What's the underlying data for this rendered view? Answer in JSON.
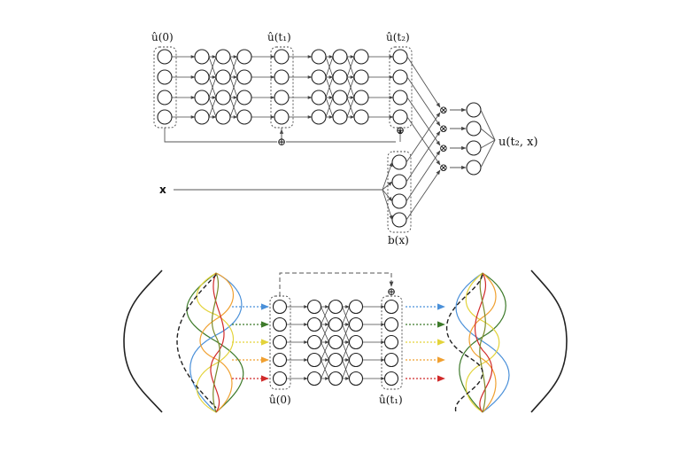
{
  "top": {
    "labels": {
      "u0": "û(0)",
      "ut1": "û(t₁)",
      "ut2": "û(t₂)",
      "x": "x",
      "bx": "b(x)",
      "output": "u(t₂, x)"
    },
    "op_plus": "⊕",
    "op_times": "⊗"
  },
  "bottom": {
    "labels": {
      "u0": "û(0)",
      "ut1": "û(t₁)"
    },
    "op_plus": "⊕",
    "arrow_colors": [
      "#4a90d9",
      "#3d7a2a",
      "#e3d33a",
      "#f0a030",
      "#d02a2a"
    ]
  }
}
